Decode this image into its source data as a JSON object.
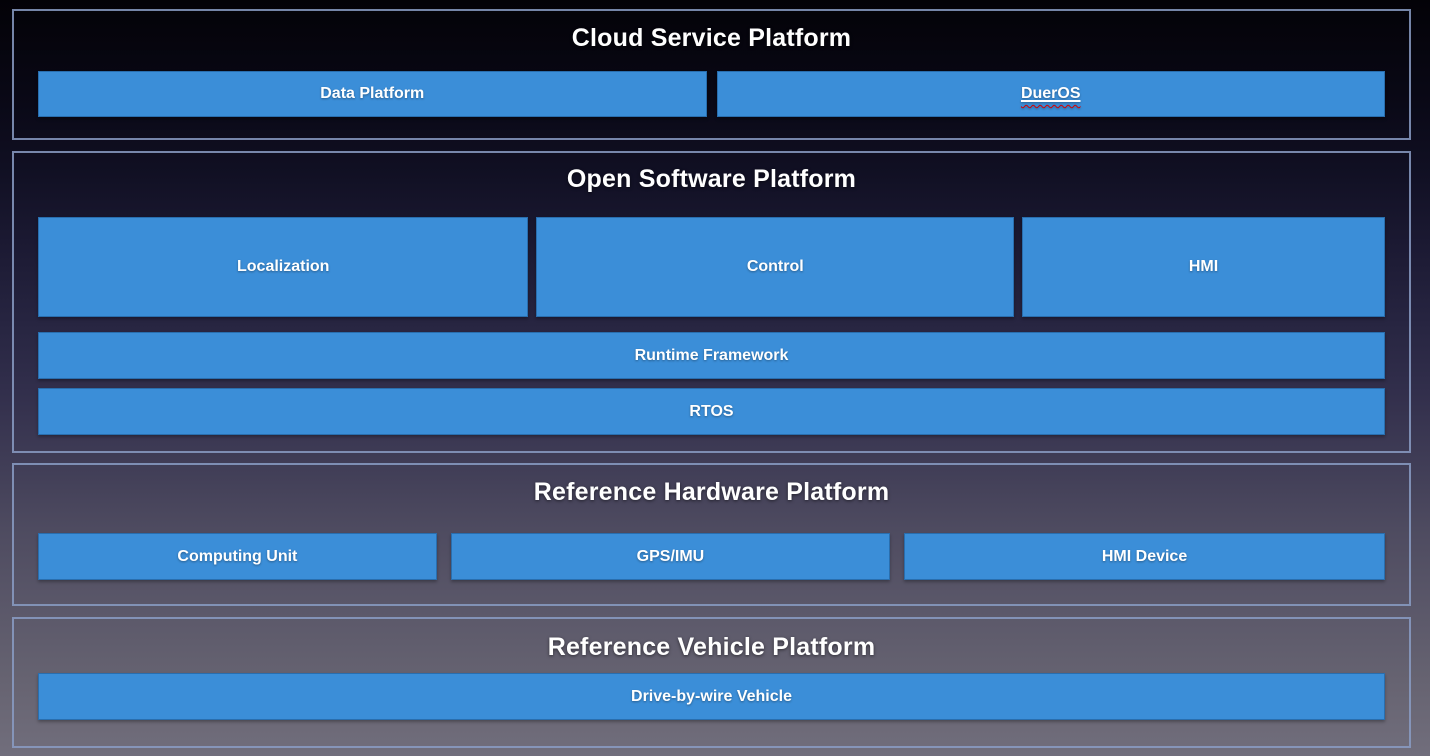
{
  "cloud": {
    "title": "Cloud Service Platform",
    "data_platform": "Data Platform",
    "dueros": "DuerOS"
  },
  "software": {
    "title": "Open Software Platform",
    "localization": "Localization",
    "control": "Control",
    "hmi": "HMI",
    "runtime": "Runtime Framework",
    "rtos": "RTOS"
  },
  "hardware": {
    "title": "Reference Hardware Platform",
    "computing_unit": "Computing Unit",
    "gps_imu": "GPS/IMU",
    "hmi_device": "HMI Device"
  },
  "vehicle": {
    "title": "Reference Vehicle Platform",
    "drive_by_wire": "Drive-by-wire Vehicle"
  },
  "colors": {
    "box_blue": "#3b8ed8",
    "section_border": "#899cc4",
    "squiggle_red": "#d40000",
    "background_top": "#030207",
    "background_bottom": "#716e7c",
    "text": "#ffffff"
  }
}
